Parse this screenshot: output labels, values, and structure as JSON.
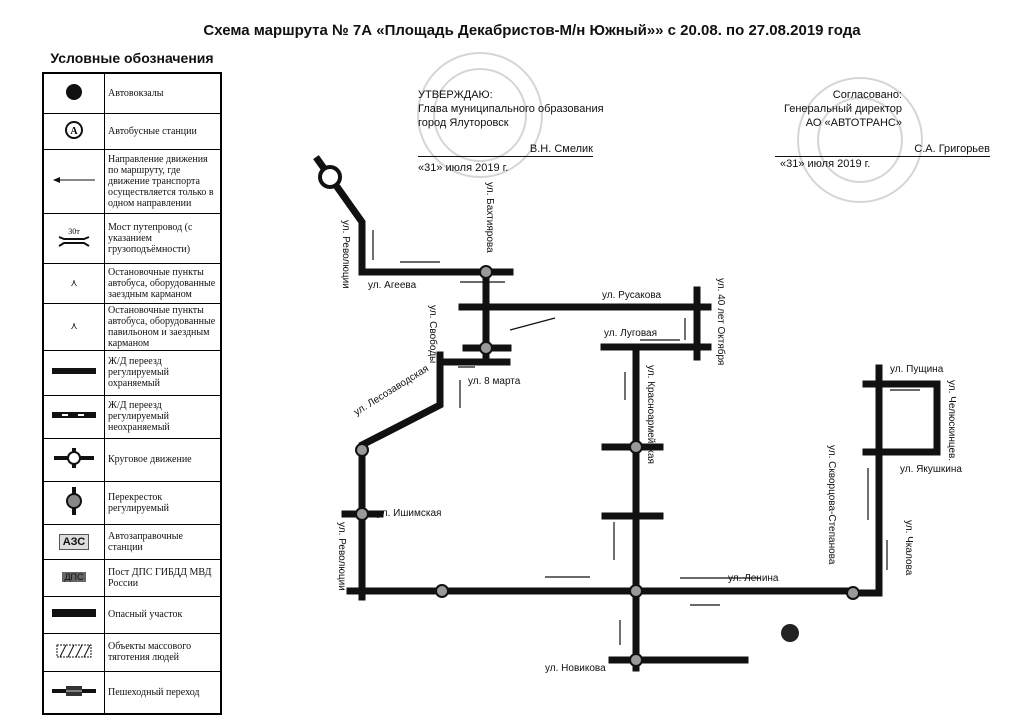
{
  "title": "Схема маршрута № 7А «Площадь Декабристов-М/н Южный»» с 20.08. по 27.08.2019 года",
  "legend": {
    "heading": "Условные обозначения",
    "items": [
      {
        "icon": "bus-terminal-icon",
        "label": "Автовокзалы"
      },
      {
        "icon": "bus-station-icon",
        "label": "Автобусные станции"
      },
      {
        "icon": "one-way-arrow-icon",
        "label": "Направление движения по маршруту, где движение транспорта осуществляется только в одном направлении"
      },
      {
        "icon": "bridge-icon",
        "label": "Мост путепровод (с указанием грузоподъёмности)",
        "icon_text": "30т"
      },
      {
        "icon": "bus-stop-pocket-icon",
        "label": "Остановочные пункты автобуса, оборудованные заездным карманом"
      },
      {
        "icon": "bus-stop-pavilion-icon",
        "label": "Остановочные пункты автобуса, оборудованные павильоном и заездным карманом"
      },
      {
        "icon": "railway-crossing-guarded-icon",
        "label": "Ж/Д переезд регулируемый охраняемый"
      },
      {
        "icon": "railway-crossing-unguarded-icon",
        "label": "Ж/Д переезд регулируемый неохраняемый"
      },
      {
        "icon": "roundabout-icon",
        "label": "Круговое движение"
      },
      {
        "icon": "traffic-light-intersection-icon",
        "label": "Перекресток регулируемый"
      },
      {
        "icon": "gas-station-icon",
        "label": "Автозаправочные станции",
        "icon_text": "АЗС"
      },
      {
        "icon": "police-post-icon",
        "label": "Пост ДПС ГИБДД МВД России",
        "icon_text": "ДПС"
      },
      {
        "icon": "dangerous-section-icon",
        "label": "Опасный участок"
      },
      {
        "icon": "crowd-area-icon",
        "label": "Объекты массового тяготения людей"
      },
      {
        "icon": "crosswalk-icon",
        "label": "Пешеходный переход"
      }
    ]
  },
  "approval": {
    "heading": "УТВЕРЖДАЮ:",
    "line1": "Глава муниципального образования",
    "line2": "город Ялуторовск",
    "name": "В.Н. Смелик",
    "date": "«31» июля 2019 г."
  },
  "agreement": {
    "heading": "Согласовано:",
    "line1": "Генеральный директор",
    "line2": "АО «АВТОТРАНС»",
    "name": "С.А. Григорьев",
    "date": "«31» июля 2019 г."
  },
  "streets": {
    "revolyutsii_top": "ул. Революции",
    "ageeva": "ул. Агеева",
    "bakhtiyarova": "ул. Бахтиярова",
    "svobody": "ул. Свободы",
    "marta8": "ул. 8 марта",
    "lesozavodskaya": "ул. Лесозаводская",
    "ishimskaya": "ул. Ишимская",
    "revolyutsii_bottom": "ул. Революции",
    "rusakova": "ул. Русакова",
    "lugovaya": "ул. Луговая",
    "oktyabrya40": "ул. 40 лет Октября",
    "krasnoarmeyskaya": "ул. Красноармейская",
    "lenina": "ул. Ленина",
    "novikova": "ул. Новикова",
    "pushchina": "ул. Пущина",
    "chelyuskintsev": "ул. Челюскинцев.",
    "yakushkina": "ул. Якушкина",
    "skvortsova": "ул. Скворцова-Степанова",
    "chkalova": "ул. Чкалова"
  }
}
